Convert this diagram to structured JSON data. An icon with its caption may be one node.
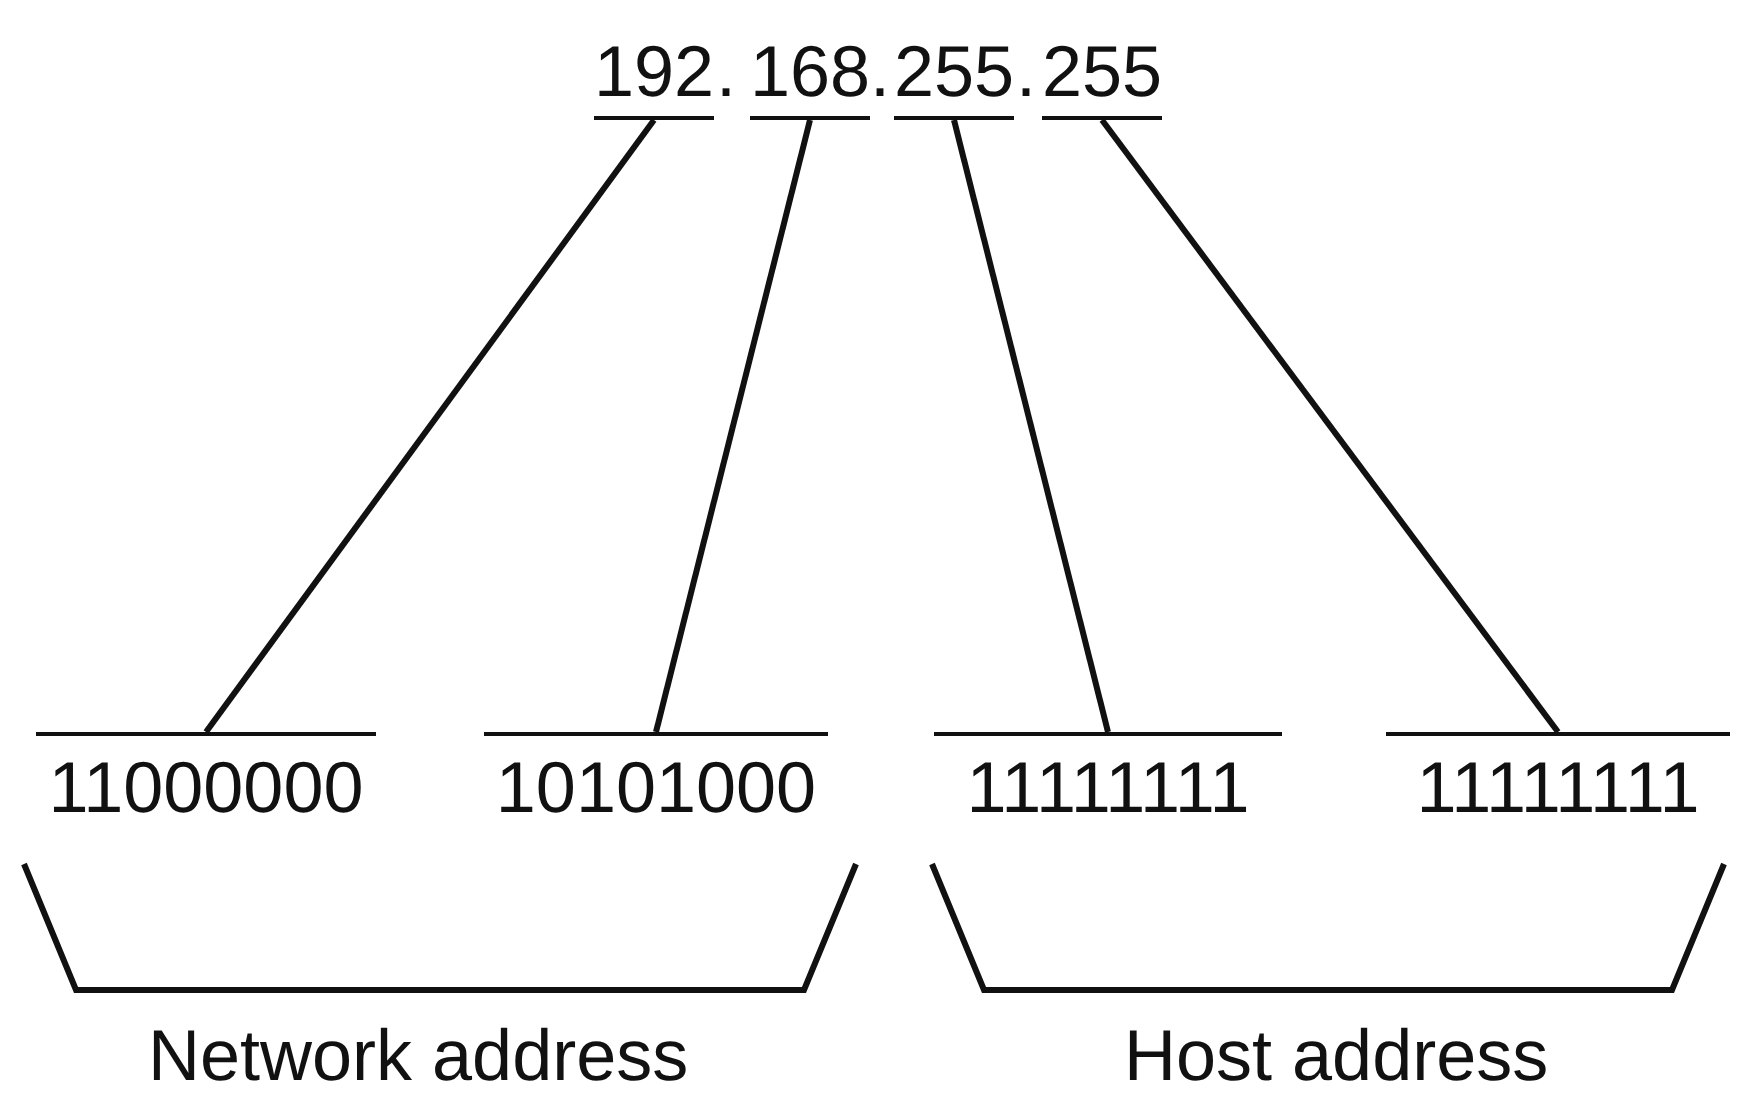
{
  "diagram": {
    "nodes": [
      {
        "text": [
          "192"
        ]
      },
      {
        "text": [
          "168"
        ]
      },
      {
        "text": [
          "255"
        ]
      },
      {
        "text": [
          "255"
        ]
      },
      {
        "text": [
          "11000000"
        ]
      },
      {
        "text": [
          "10101000"
        ]
      },
      {
        "text": [
          "11111111"
        ]
      },
      {
        "text": [
          "11111111"
        ]
      }
    ],
    "edges": [
      {
        "from": 0,
        "to": 4,
        "arrow": "none"
      },
      {
        "from": 1,
        "to": 5,
        "arrow": "none"
      },
      {
        "from": 2,
        "to": 6,
        "arrow": "none"
      },
      {
        "from": 3,
        "to": 7,
        "arrow": "none"
      }
    ],
    "labels": [
      ".",
      ".",
      ".",
      "Network address",
      "Host address"
    ]
  }
}
